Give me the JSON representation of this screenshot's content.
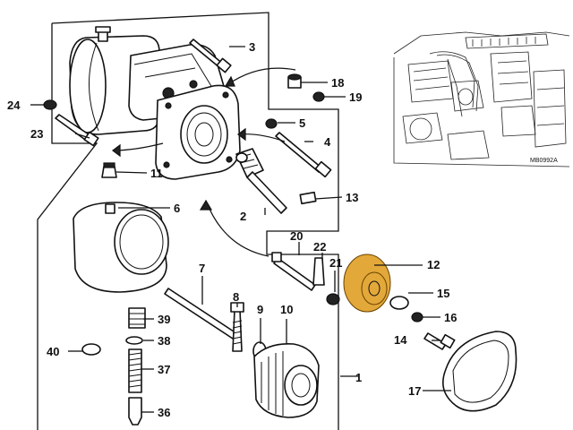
{
  "figure_ref": "MB0992A",
  "callouts": [
    {
      "n": "1"
    },
    {
      "n": "2"
    },
    {
      "n": "3"
    },
    {
      "n": "4"
    },
    {
      "n": "5"
    },
    {
      "n": "6"
    },
    {
      "n": "7"
    },
    {
      "n": "8"
    },
    {
      "n": "9"
    },
    {
      "n": "10"
    },
    {
      "n": "11"
    },
    {
      "n": "12"
    },
    {
      "n": "13"
    },
    {
      "n": "14"
    },
    {
      "n": "15"
    },
    {
      "n": "16"
    },
    {
      "n": "17"
    },
    {
      "n": "18"
    },
    {
      "n": "19"
    },
    {
      "n": "20"
    },
    {
      "n": "21"
    },
    {
      "n": "22"
    },
    {
      "n": "23"
    },
    {
      "n": "24"
    },
    {
      "n": "36"
    },
    {
      "n": "37"
    },
    {
      "n": "38"
    },
    {
      "n": "39"
    },
    {
      "n": "40"
    }
  ],
  "colors": {
    "ink": "#111111",
    "gear": "#e3a83a"
  }
}
